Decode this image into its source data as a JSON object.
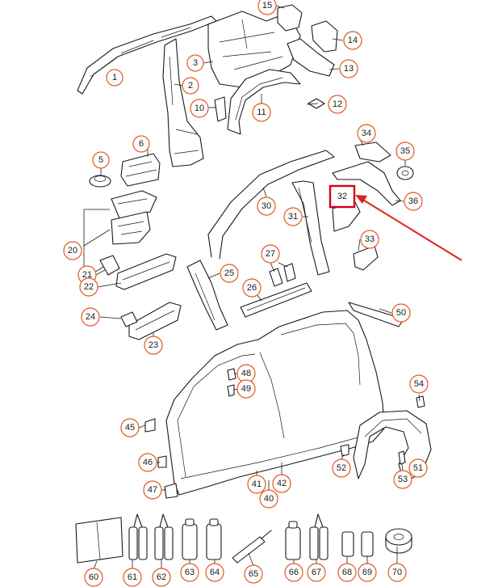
{
  "accent_color": "#e2581f",
  "highlight_color": "#d0021b",
  "arrow_color": "#e0201b",
  "highlighted_part": "32",
  "callouts": {
    "c1": "1",
    "c2": "2",
    "c3": "3",
    "c5": "5",
    "c6": "6",
    "c10": "10",
    "c11": "11",
    "c12": "12",
    "c13": "13",
    "c14": "14",
    "c15": "15",
    "c20": "20",
    "c21": "21",
    "c22": "22",
    "c23": "23",
    "c24": "24",
    "c25": "25",
    "c26": "26",
    "c27": "27",
    "c30": "30",
    "c31": "31",
    "c32": "32",
    "c33": "33",
    "c34": "34",
    "c35": "35",
    "c36": "36",
    "c40": "40",
    "c41": "41",
    "c42": "42",
    "c45": "45",
    "c46": "46",
    "c47": "47",
    "c48": "48",
    "c49": "49",
    "c50": "50",
    "c51": "51",
    "c52": "52",
    "c53": "53",
    "c54": "54",
    "c60": "60",
    "c61": "61",
    "c62": "62",
    "c63": "63",
    "c64": "64",
    "c65": "65",
    "c66": "66",
    "c67": "67",
    "c68": "68",
    "c69": "69",
    "c70": "70"
  }
}
